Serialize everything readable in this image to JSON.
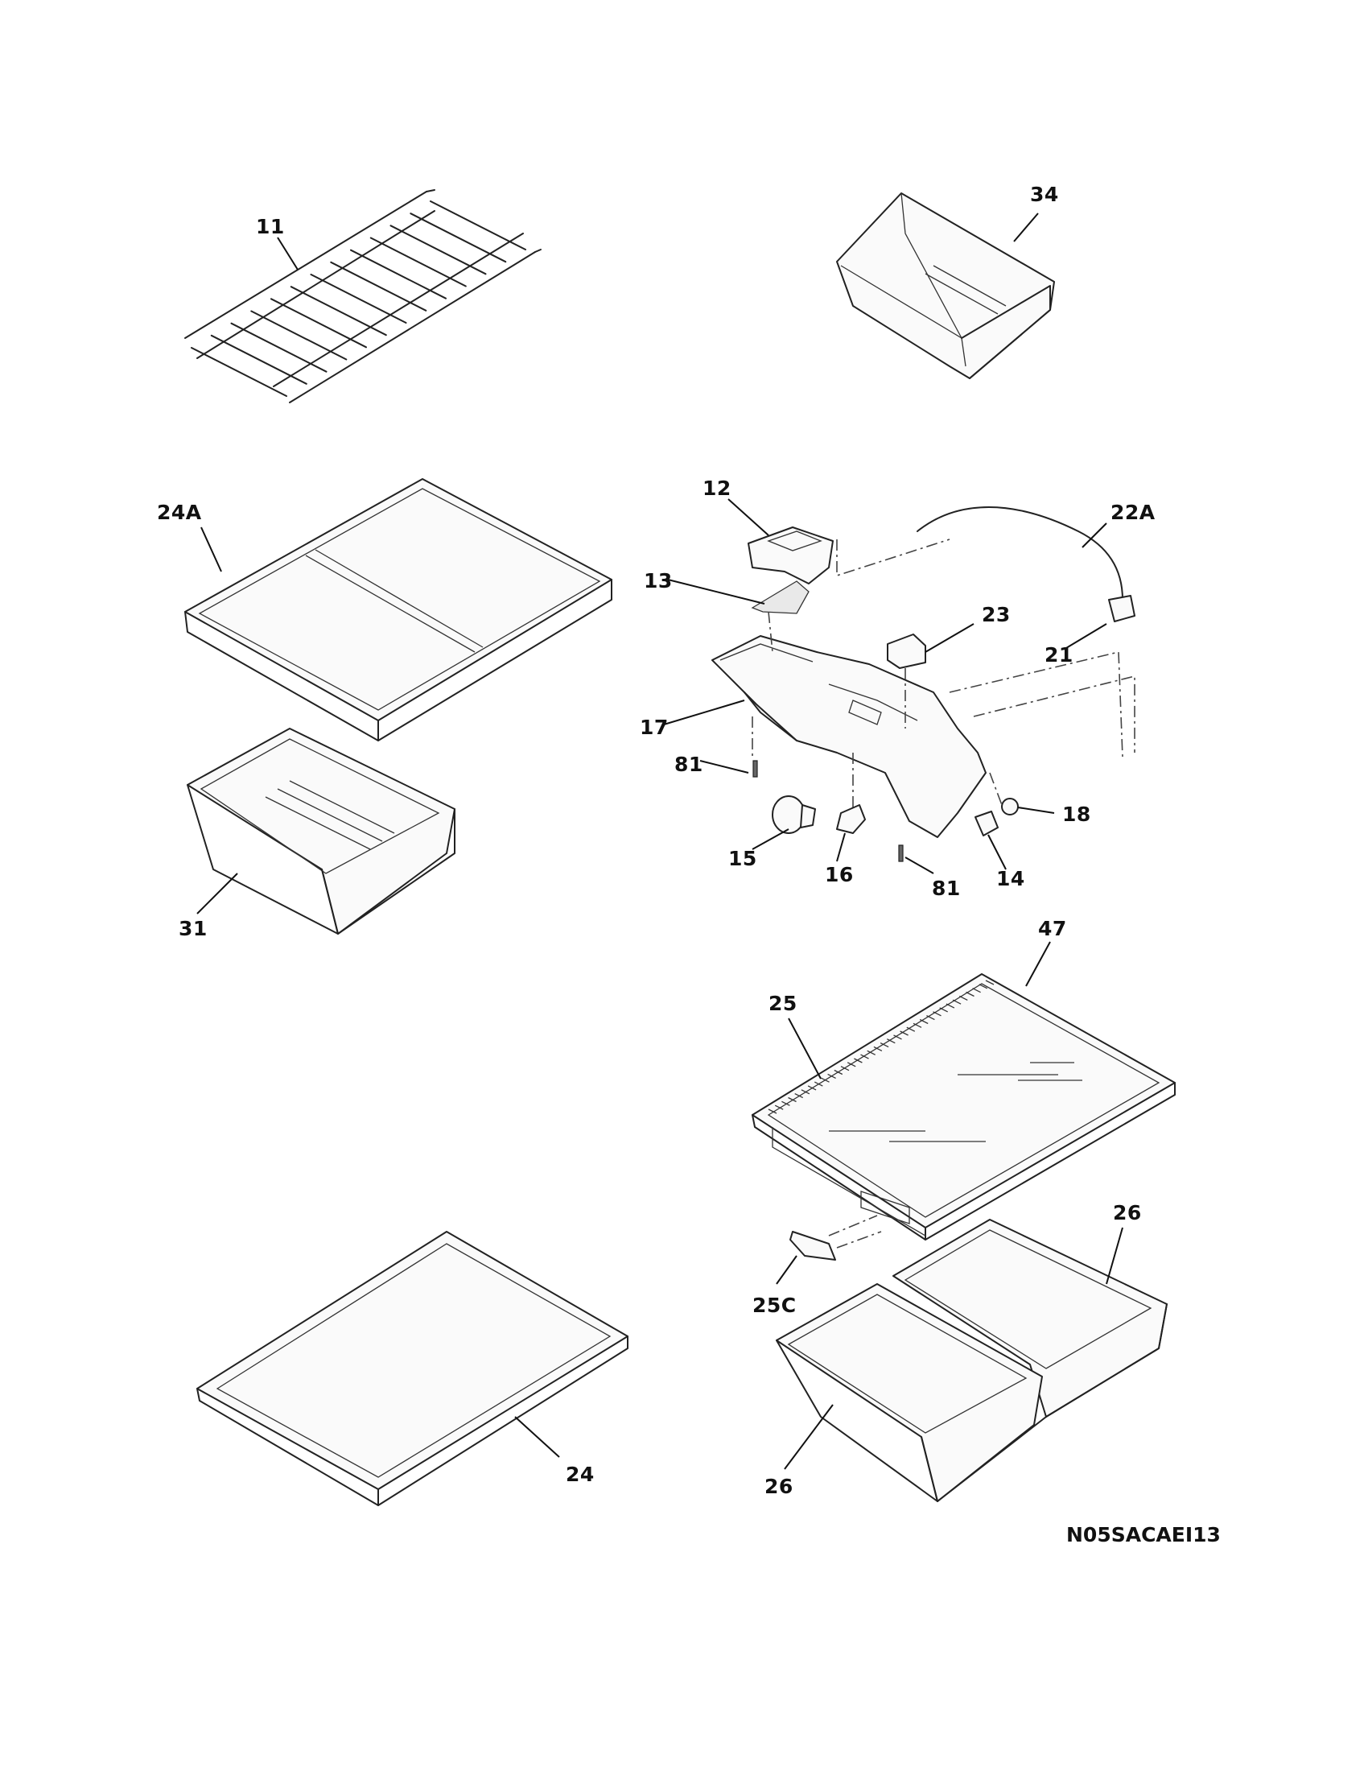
{
  "callouts": {
    "c11": "11",
    "c34": "34",
    "c24A": "24A",
    "c12": "12",
    "c22A": "22A",
    "c13": "13",
    "c23": "23",
    "c21": "21",
    "c17": "17",
    "c81a": "81",
    "c18": "18",
    "c15": "15",
    "c16": "16",
    "c81b": "81",
    "c14": "14",
    "c31": "31",
    "c47": "47",
    "c25": "25",
    "c26a": "26",
    "c25C": "25C",
    "c24": "24",
    "c26b": "26"
  },
  "drawing_code": "N05SACAEI13"
}
